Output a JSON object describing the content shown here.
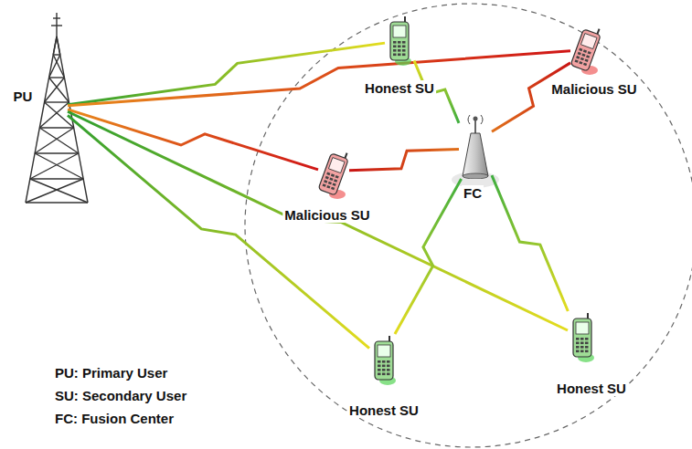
{
  "diagram": {
    "nodes": [
      {
        "text": [
          "PU"
        ]
      },
      {
        "text": [
          "Honest SU"
        ]
      },
      {
        "text": [
          "Malicious SU"
        ]
      },
      {
        "text": [
          "Malicious SU"
        ]
      },
      {
        "text": [
          "FC"
        ]
      },
      {
        "text": [
          "Honest SU"
        ]
      },
      {
        "text": [
          "Honest SU"
        ]
      }
    ],
    "edges": [
      {
        "from": 0,
        "to": 1,
        "arrow": "none"
      },
      {
        "from": 0,
        "to": 2,
        "arrow": "none"
      },
      {
        "from": 0,
        "to": 3,
        "arrow": "none"
      },
      {
        "from": 0,
        "to": 5,
        "arrow": "none"
      },
      {
        "from": 0,
        "to": 6,
        "arrow": "none"
      },
      {
        "from": 1,
        "to": 4,
        "arrow": "none"
      },
      {
        "from": 2,
        "to": 4,
        "arrow": "none"
      },
      {
        "from": 3,
        "to": 4,
        "arrow": "none"
      },
      {
        "from": 5,
        "to": 4,
        "arrow": "none"
      },
      {
        "from": 6,
        "to": 4,
        "arrow": "none"
      }
    ],
    "labels": [
      "PU: Primary User",
      "SU: Secondary User",
      "FC: Fusion Center"
    ]
  }
}
